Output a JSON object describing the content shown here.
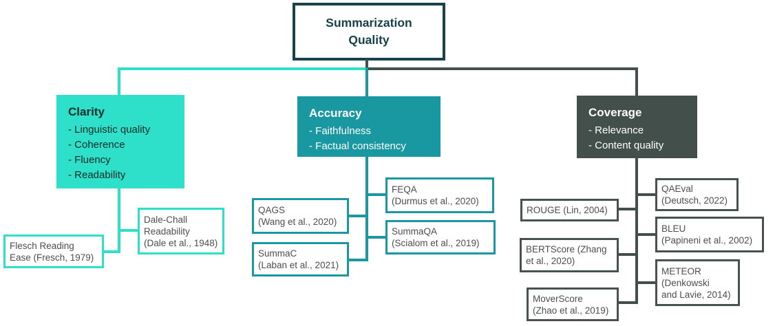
{
  "colors": {
    "turquoise": "#2ee0c9",
    "teal": "#1a98a2",
    "dark_slate": "#434f4a",
    "root_border": "#16424a",
    "leaf_text": "#4d4d4d"
  },
  "root": {
    "label": "Summarization\nQuality"
  },
  "branches": [
    {
      "title": "Clarity",
      "bullets": [
        "- Linguistic quality",
        "- Coherence",
        "- Fluency",
        "- Readability"
      ],
      "children": [
        {
          "label": "Flesch Reading\nEase (Fresch, 1979)"
        },
        {
          "label": "Dale-Chall\nReadability\n(Dale et al., 1948)"
        }
      ]
    },
    {
      "title": "Accuracy",
      "bullets": [
        "- Faithfulness",
        "- Factual consistency"
      ],
      "children": [
        {
          "label": "QAGS\n(Wang et al., 2020)"
        },
        {
          "label": "SummaC\n(Laban et al., 2021)"
        },
        {
          "label": "FEQA\n(Durmus et al., 2020)"
        },
        {
          "label": "SummaQA\n(Scialom et al., 2019)"
        }
      ]
    },
    {
      "title": "Coverage",
      "bullets": [
        "- Relevance",
        "- Content quality"
      ],
      "children": [
        {
          "label": "ROUGE (Lin, 2004)"
        },
        {
          "label": "BERTScore (Zhang\net al., 2020)"
        },
        {
          "label": "MoverScore\n(Zhao et al., 2019)"
        },
        {
          "label": "QAEval\n(Deutsch, 2022)"
        },
        {
          "label": "BLEU\n(Papineni et al., 2002)"
        },
        {
          "label": "METEOR\n(Denkowski\nand Lavie, 2014)"
        }
      ]
    }
  ]
}
